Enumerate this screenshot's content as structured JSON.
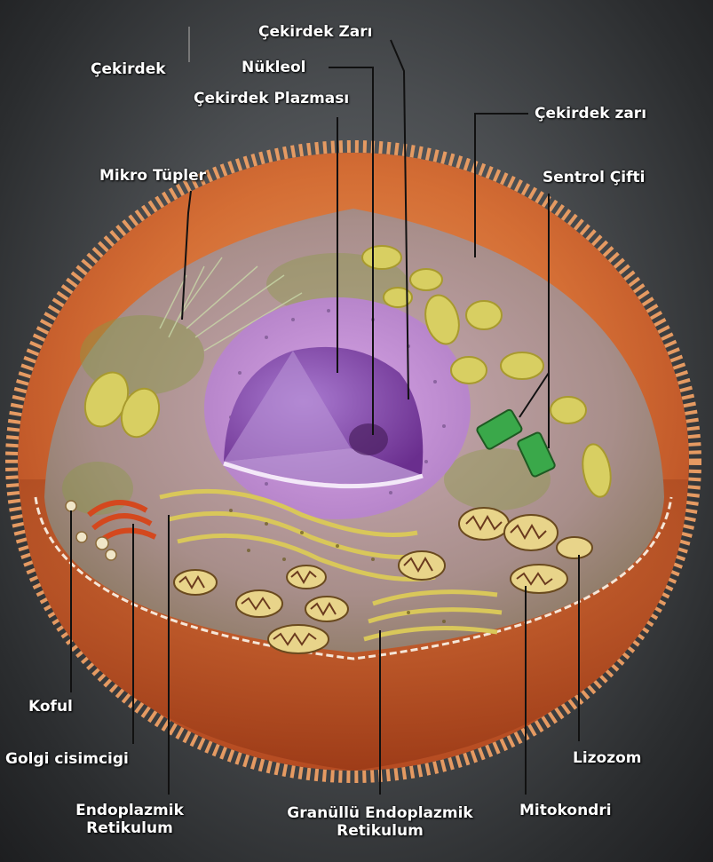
{
  "labels": {
    "cekirdek_zari_top": "Çekirdek Zarı",
    "cekirdek": "Çekirdek",
    "nukleol": "Nükleol",
    "cekirdek_plazmasi": "Çekirdek Plazması",
    "cekirdek_zari_right": "Çekirdek zarı",
    "mikro_tupler": "Mikro Tüpler",
    "sentrol_cifti": "Sentrol Çifti",
    "koful": "Koful",
    "golgi": "Golgi cisimcigi",
    "lizozom": "Lizozom",
    "endoplazmik_1": "Endoplazmik",
    "endoplazmik_2": "Retikulum",
    "granullu_1": "Granüllü Endoplazmik",
    "granullu_2": "Retikulum",
    "mitokondri": "Mitokondri"
  },
  "colors": {
    "membrane": "#d9733a",
    "cytoplasm": "#b89a8e",
    "nucleus": "#8a4aa8",
    "organelle_yellow": "#d8cf62",
    "centriole": "#3aa84a",
    "leader_line": "#111111"
  }
}
